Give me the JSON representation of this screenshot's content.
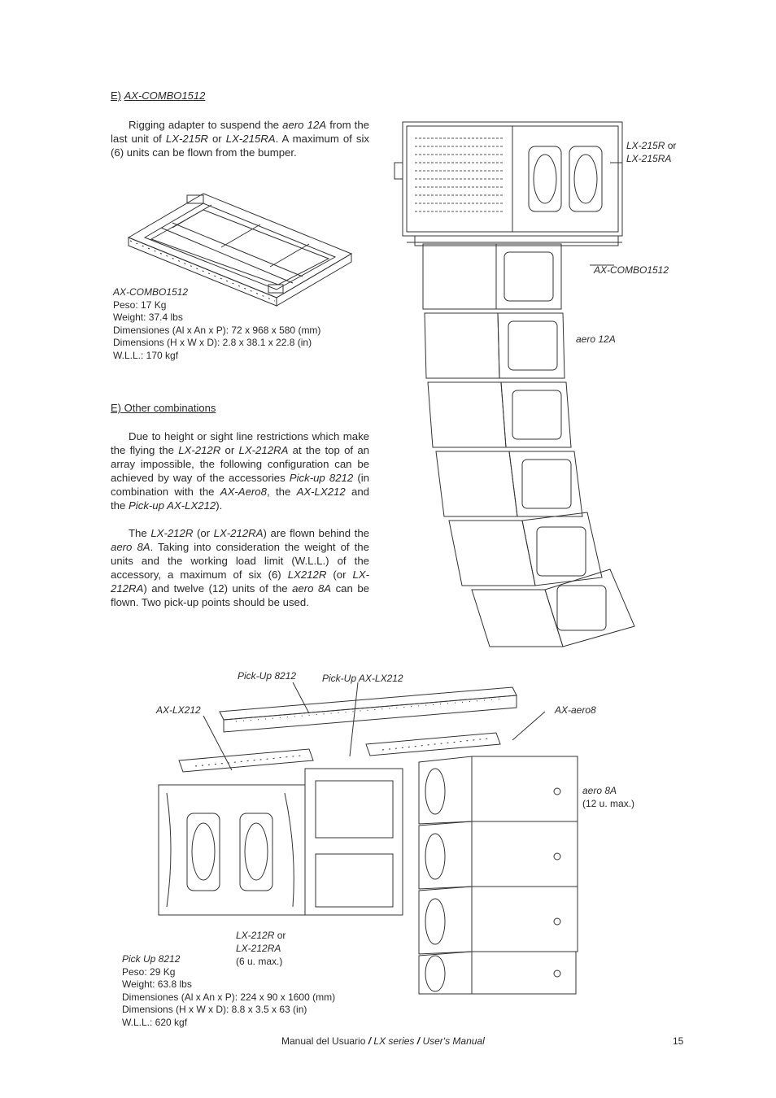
{
  "section_e1": {
    "heading_prefix": "E)",
    "heading_model": "AX-COMBO1512",
    "p1": [
      "Rigging adapter to suspend the ",
      "aero 12A",
      " from the last unit of ",
      "LX-215R",
      " or ",
      "LX-215RA",
      ". A maximum of six (6) units can be flown from the bumper."
    ]
  },
  "combo_spec": {
    "title": "AX-COMBO1512",
    "lines": [
      "Peso: 17 Kg",
      "Weight: 37.4 lbs",
      "Dimensiones (Al x An x P): 72 x 968 x 580 (mm)",
      "Dimensions (H x W x D): 2.8 x 38.1 x 22.8 (in)",
      "W.L.L.: 170 kgf"
    ]
  },
  "section_e2": {
    "heading": "E) Other combinations",
    "p1": [
      "Due to height or sight line restrictions which make the flying the ",
      "LX-212R",
      " or ",
      "LX-212RA",
      " at the top of an array impossible, the following configuration can be achieved by way of the accessories ",
      "Pick-up 8212",
      " (in combination with the ",
      "AX-Aero8",
      ", the ",
      "AX-LX212",
      " and the ",
      "Pick-up AX-LX212",
      ")."
    ],
    "p2": [
      "The ",
      "LX-212R",
      " (or ",
      "LX-212RA",
      ") are flown behind the ",
      "aero 8A",
      ". Taking into consideration the weight of the units and the working load limit (W.L.L.) of the accessory, a maximum of six (6) ",
      "LX212R",
      " (or ",
      "LX-212RA",
      ") and twelve (12) units of the ",
      "aero 8A",
      " can be flown. Two pick-up points should be used."
    ]
  },
  "fig_top_labels": {
    "lx215_a": "LX-215R",
    "or1": "or",
    "lx215_b": "LX-215RA",
    "combo": "AX-COMBO1512",
    "aero12": "aero 12A"
  },
  "fig_bottom_labels": {
    "pickup8212": "Pick-Up 8212",
    "pickup_axlx": "Pick-Up AX-LX212",
    "axlx212": "AX-LX212",
    "axaero8": "AX-aero8",
    "aero8a": "aero 8A",
    "aero8a_max": "(12 u. max.)",
    "lx212_a": "LX-212R",
    "or2": "or",
    "lx212_b": "LX-212RA",
    "lx212_max": "(6 u. max.)"
  },
  "pickup_spec": {
    "title": "Pick Up 8212",
    "lines": [
      "Peso: 29 Kg",
      "Weight: 63.8 lbs",
      "Dimensiones (Al x An x P): 224 x 90 x 1600 (mm)",
      "Dimensions (H x W x D): 8.8 x 3.5 x 63 (in)",
      "W.L.L.: 620 kgf"
    ]
  },
  "footer": {
    "left": "Manual del Usuario",
    "sep1": " / ",
    "series": "LX series",
    "sep2": " / ",
    "right": "User's Manual",
    "page": "15"
  }
}
